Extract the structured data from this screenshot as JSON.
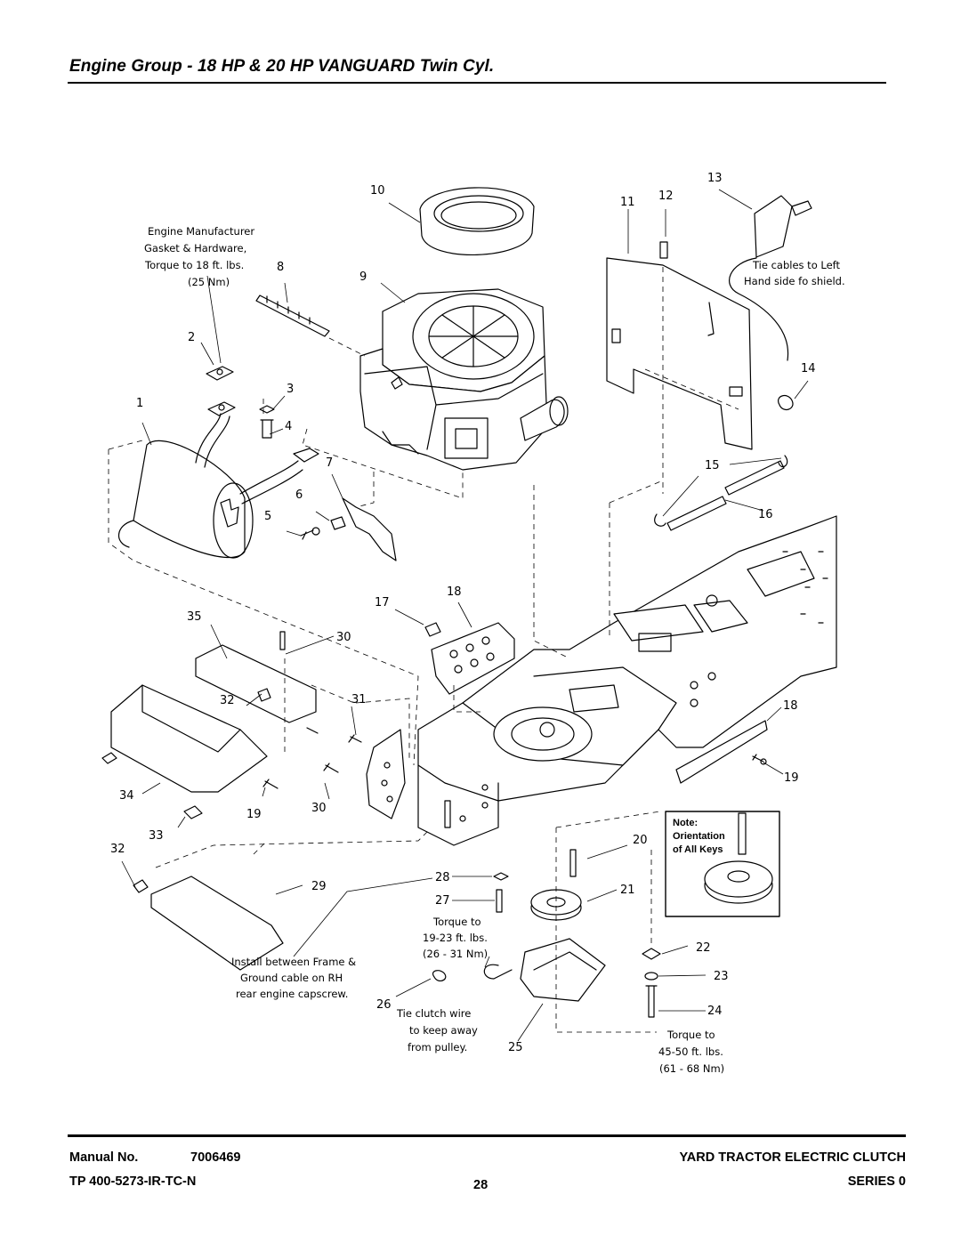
{
  "header": {
    "title": "Engine Group - 18 HP & 20 HP VANGUARD Twin Cyl."
  },
  "callouts": {
    "c1": "1",
    "c2": "2",
    "c3": "3",
    "c4": "4",
    "c5": "5",
    "c6": "6",
    "c7": "7",
    "c8": "8",
    "c9": "9",
    "c10": "10",
    "c11": "11",
    "c12": "12",
    "c13": "13",
    "c14": "14",
    "c15": "15",
    "c16": "16",
    "c17": "17",
    "c18a": "18",
    "c18b": "18",
    "c19a": "19",
    "c19b": "19",
    "c20": "20",
    "c21": "21",
    "c22": "22",
    "c23": "23",
    "c24": "24",
    "c25": "25",
    "c26": "26",
    "c27": "27",
    "c28": "28",
    "c29": "29",
    "c30a": "30",
    "c30b": "30",
    "c31": "31",
    "c32a": "32",
    "c32b": "32",
    "c33": "33",
    "c34": "34",
    "c35": "35"
  },
  "notes": {
    "engine_mfr": [
      "Engine Manufacturer",
      "Gasket & Hardware,",
      "Torque to 18 ft. lbs.",
      "(25 Nm)"
    ],
    "tie_cables": [
      "Tie cables to Left",
      "Hand side fo shield."
    ],
    "torque_27": [
      "Torque to",
      "19-23 ft. lbs.",
      "(26 - 31 Nm)"
    ],
    "install_between": [
      "Install between Frame &",
      "Ground cable on RH",
      "rear engine capscrew."
    ],
    "tie_clutch": [
      "Tie clutch wire",
      "to keep away",
      "from pulley."
    ],
    "torque_24": [
      "Torque to",
      "45-50 ft. lbs.",
      "(61 - 68 Nm)"
    ],
    "orientation_box": [
      "Note:",
      "Orientation",
      "of All Keys"
    ]
  },
  "footer": {
    "manual_label": "Manual No.",
    "manual_no": "7006469",
    "tp": "TP 400-5273-IR-TC-N",
    "page": "28",
    "product": "YARD TRACTOR ELECTRIC CLUTCH",
    "series": "SERIES 0"
  }
}
